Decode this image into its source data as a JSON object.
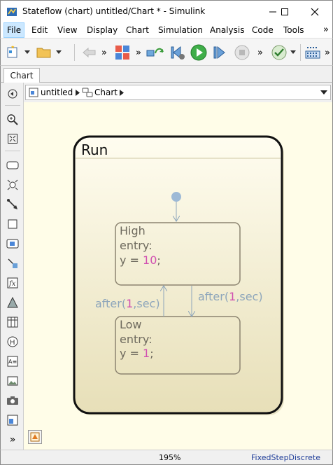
{
  "window": {
    "title": "Stateflow (chart) untitled/Chart * - Simulink",
    "minimize_icon": "minimize-icon",
    "maximize_icon": "maximize-icon",
    "close_icon": "close-icon"
  },
  "menu": {
    "items": [
      "File",
      "Edit",
      "View",
      "Display",
      "Chart",
      "Simulation",
      "Analysis",
      "Code",
      "Tools"
    ],
    "overflow": "»",
    "active": "File"
  },
  "toolbar": {
    "more_1": "»",
    "more_2": "»",
    "more_3": "»",
    "more_4": "»"
  },
  "tab": {
    "label": "Chart"
  },
  "breadcrumb": {
    "root": "untitled",
    "child": "Chart"
  },
  "chart": {
    "superstate": {
      "name": "Run"
    },
    "states": [
      {
        "name": "High",
        "entry": "entry:",
        "action_lhs": "y = ",
        "action_value": "10",
        "action_end": ";"
      },
      {
        "name": "Low",
        "entry": "entry:",
        "action_lhs": "y = ",
        "action_value": "1",
        "action_end": ";"
      }
    ],
    "transitions": [
      {
        "pre": "after(",
        "value": "1",
        "post": ",sec)"
      },
      {
        "pre": "after(",
        "value": "1",
        "post": ",sec)"
      }
    ],
    "colors": {
      "state_border": "#8c8471",
      "text": "#6e6a5e",
      "number": "#d14fb0",
      "transition": "#8ea6bb",
      "default_dot": "#9db9d6"
    }
  },
  "palette": {
    "more": "»"
  },
  "status": {
    "zoom": "195%",
    "solver": "FixedStepDiscrete"
  }
}
